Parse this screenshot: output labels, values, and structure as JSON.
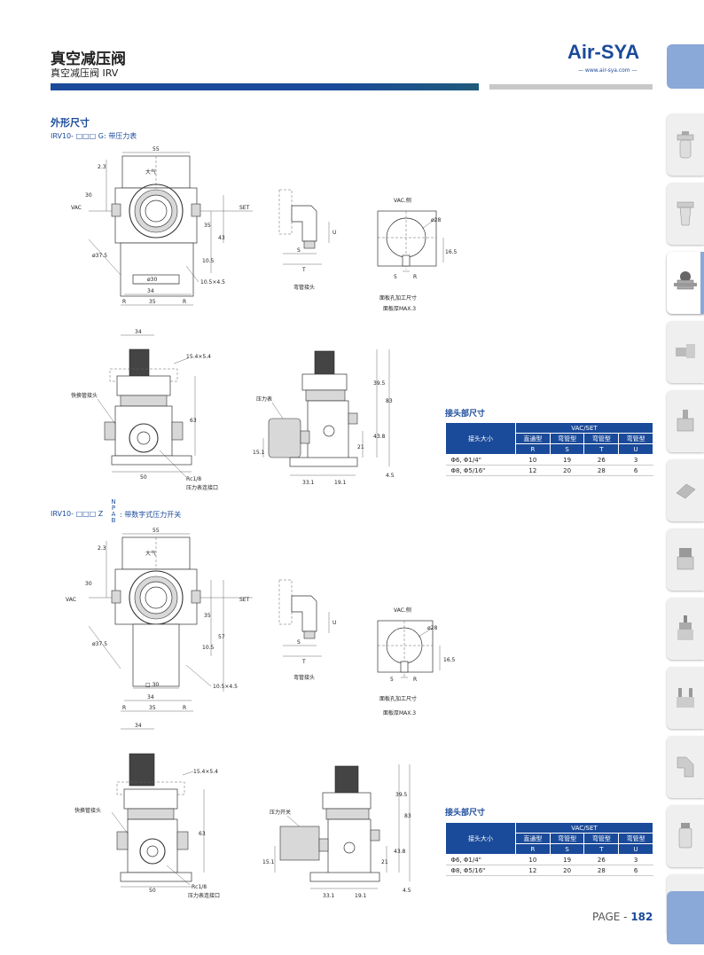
{
  "header": {
    "title": "真空减压阀",
    "subtitle": "真空减压阀 IRV",
    "logo": "Air-SYA",
    "logo_url": "— www.air-sya.com —"
  },
  "section": {
    "heading": "外形尺寸",
    "model1": "IRV10- □□□ G: 带压力表",
    "model2_prefix": "IRV10- □□□ Z",
    "model2_codes": [
      "N",
      "P",
      "A",
      "B"
    ],
    "model2_desc": ": 带数字式压力开关"
  },
  "drawing1": {
    "dims": {
      "top_width": "55",
      "d23": "2.3",
      "d30": "30",
      "d35": "35",
      "d43": "43",
      "d105": "10.5",
      "phi375": "ø37.5",
      "phi30": "ø30",
      "d34": "34",
      "bottom": "35",
      "slot": "10.5×4.5",
      "r": "R",
      "vac": "VAC",
      "set": "SET",
      "atm": "大气"
    },
    "elbow_label": "弯管接头",
    "s": "S",
    "t": "T",
    "u": "U",
    "panel_title": "VAC.侧",
    "panel_phi": "ø28",
    "panel_d": "16.5",
    "panel_5": "5",
    "panel_r": "R",
    "panel_note1": "面板孔加工尺寸",
    "panel_note2": "面板厚MAX.3"
  },
  "drawing2": {
    "d34": "34",
    "slot": "15.4×5.4",
    "quick": "快换管接头",
    "d63": "63",
    "d50": "50",
    "rc": "Rc1/8",
    "rc_note": "压力表连接口",
    "gauge": "压力表",
    "d395": "39.5",
    "d83": "83",
    "d438": "43.8",
    "d21": "21",
    "d151": "15.1",
    "d331": "33.1",
    "d191": "19.1",
    "d45": "4.5"
  },
  "drawing3": {
    "dims": {
      "top_width": "55",
      "d23": "2.3",
      "d30": "30",
      "d35": "35",
      "d57": "57",
      "d105": "10.5",
      "phi375": "ø37.5",
      "sq30": "□ 30",
      "d34": "34",
      "bottom": "35",
      "slot": "10.5×4.5",
      "r": "R",
      "vac": "VAC",
      "set": "SET",
      "atm": "大气"
    },
    "elbow_label": "弯管接头",
    "s": "S",
    "t": "T",
    "u": "U",
    "panel_title": "VAC.侧",
    "panel_phi": "ø28",
    "panel_d": "16.5",
    "panel_5": "5",
    "panel_r": "R",
    "panel_note1": "面板孔加工尺寸",
    "panel_note2": "面板厚MAX.3"
  },
  "drawing4": {
    "d34": "34",
    "slot": "15.4×5.4",
    "quick": "快换管接头",
    "d63": "63",
    "d50": "50",
    "rc": "Rc1/8",
    "rc_note": "压力表连接口",
    "switch": "压力开关",
    "d395": "39.5",
    "d83": "83",
    "d438": "43.8",
    "d21": "21",
    "d151": "15.1",
    "d331": "33.1",
    "d191": "19.1",
    "d45": "4.5"
  },
  "table1": {
    "title": "接头部尺寸",
    "col_group": "VAC/SET",
    "row_header": "接头大小",
    "types": [
      "直通型",
      "弯管型",
      "弯管型",
      "弯管型"
    ],
    "letters": [
      "R",
      "S",
      "T",
      "U"
    ],
    "rows": [
      {
        "size": "Φ6, Φ1/4\"",
        "R": "10",
        "S": "19",
        "T": "26",
        "U": "3"
      },
      {
        "size": "Φ8, Φ5/16\"",
        "R": "12",
        "S": "20",
        "T": "28",
        "U": "6"
      }
    ]
  },
  "table2": {
    "title": "接头部尺寸",
    "col_group": "VAC/SET",
    "row_header": "接头大小",
    "types": [
      "直通型",
      "弯管型",
      "弯管型",
      "弯管型"
    ],
    "letters": [
      "R",
      "S",
      "T",
      "U"
    ],
    "rows": [
      {
        "size": "Φ6, Φ1/4\"",
        "R": "10",
        "S": "19",
        "T": "26",
        "U": "3"
      },
      {
        "size": "Φ8, Φ5/16\"",
        "R": "12",
        "S": "20",
        "T": "28",
        "U": "6"
      }
    ]
  },
  "footer": {
    "page_prefix": "PAGE - ",
    "page_number": "182"
  },
  "side_icons": [
    "filter-icon",
    "lubricator-icon",
    "regulator-icon",
    "fitting-icon",
    "valve-icon",
    "tube-icon",
    "solenoid-icon",
    "cylinder-icon",
    "gripper-icon",
    "elbow-icon",
    "muffler-icon",
    "accessory-icon"
  ]
}
